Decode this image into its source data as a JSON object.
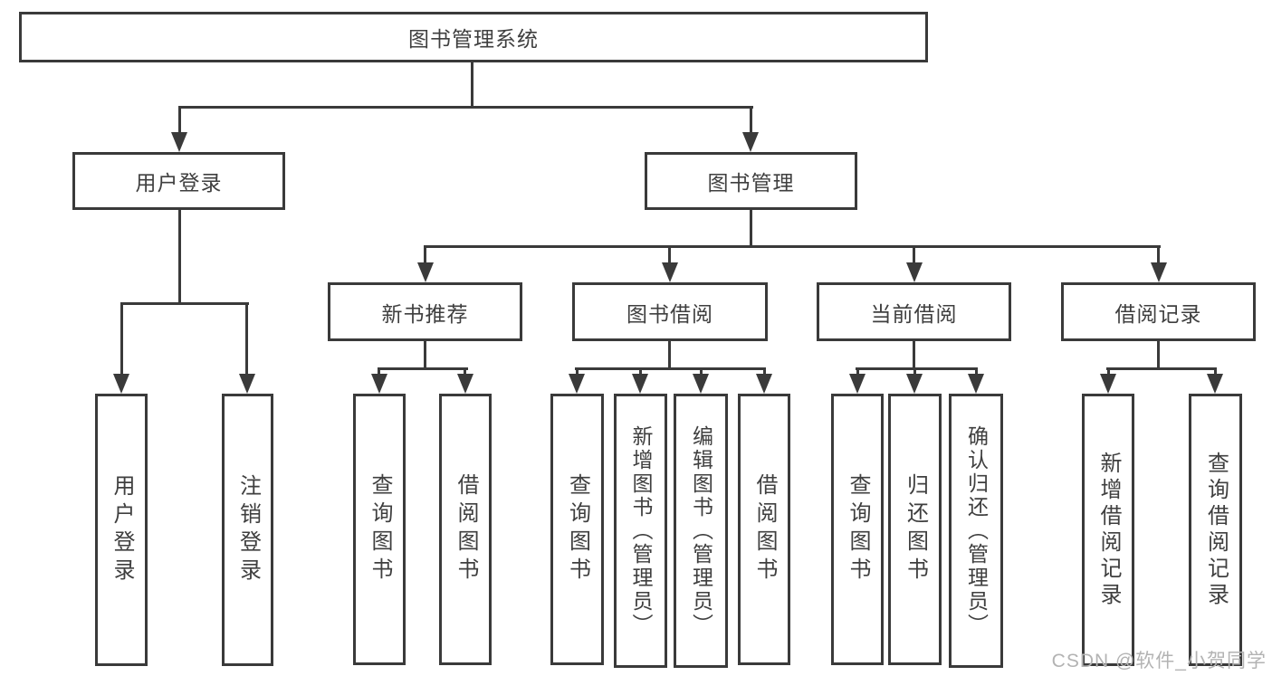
{
  "colors": {
    "line": "#3a3a3a",
    "text": "#3f3f3f",
    "watermark": "#b3b3b3",
    "background": "#ffffff"
  },
  "tree": {
    "root": {
      "label": "图书管理系统"
    },
    "user_login": {
      "label": "用户登录",
      "children": [
        "用户登录",
        "注销登录"
      ]
    },
    "book_mgmt": {
      "label": "图书管理"
    },
    "new_book_rec": {
      "label": "新书推荐",
      "children": [
        "查询图书",
        "借阅图书"
      ]
    },
    "book_borrow": {
      "label": "图书借阅",
      "children": [
        "查询图书",
        "新增图书（管理员）",
        "编辑图书（管理员）",
        "借阅图书"
      ]
    },
    "current_borrow": {
      "label": "当前借阅",
      "children": [
        "查询图书",
        "归还图书",
        "确认归还（管理员）"
      ]
    },
    "borrow_record": {
      "label": "借阅记录",
      "children": [
        "新增借阅记录",
        "查询借阅记录"
      ]
    }
  },
  "watermark": {
    "text": "CSDN @软件_小贺同学"
  }
}
